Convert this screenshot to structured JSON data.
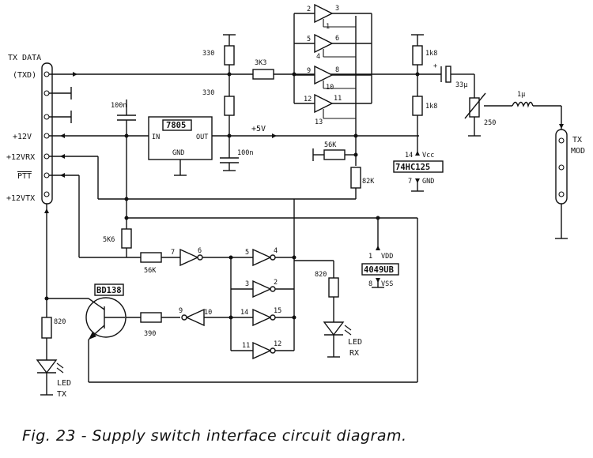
{
  "caption": "Fig. 23 - Supply switch interface circuit diagram.",
  "connector": {
    "pins": [
      "TX DATA",
      "(TXD)",
      "+12V",
      "+12VRX",
      "PTT",
      "+12VTX"
    ],
    "right_label_top": "TX",
    "right_label_bottom": "MOD"
  },
  "ics": {
    "regulator": {
      "name": "7805",
      "in": "IN",
      "out": "OUT",
      "gnd": "GND"
    },
    "buffer": {
      "name": "74HC125",
      "vcc": "Vcc",
      "gnd": "GND",
      "vcc_pin": "14",
      "gnd_pin": "7"
    },
    "inverter": {
      "name": "4049UB",
      "vdd": "VDD",
      "vss": "VSS",
      "vdd_pin": "1",
      "vss_pin": "8"
    },
    "transistor": {
      "name": "BD138"
    }
  },
  "buffer_pins": [
    "2",
    "3",
    "1",
    "5",
    "6",
    "4",
    "9",
    "8",
    "10",
    "12",
    "11",
    "13"
  ],
  "inverter_pins": [
    "7",
    "6",
    "5",
    "4",
    "3",
    "2",
    "14",
    "15",
    "11",
    "12",
    "10",
    "9"
  ],
  "rail": "+5V",
  "components": {
    "r330a": "330",
    "r330b": "330",
    "r3k3": "3K3",
    "r1k8a": "1k8",
    "r1k8b": "1k8",
    "r56k_top": "56K",
    "r82k": "82K",
    "r5k6": "5K6",
    "r56k_bot": "56K",
    "r820_rx": "820",
    "r390": "390",
    "r820_tx": "820",
    "pot250": "250",
    "c100n_a": "100n",
    "c100n_b": "100n",
    "c33u": "33µ",
    "l1u": "1µ",
    "cap_plus": "+"
  },
  "leds": {
    "rx": [
      "LED",
      "RX"
    ],
    "tx": [
      "LED",
      "TX"
    ]
  }
}
